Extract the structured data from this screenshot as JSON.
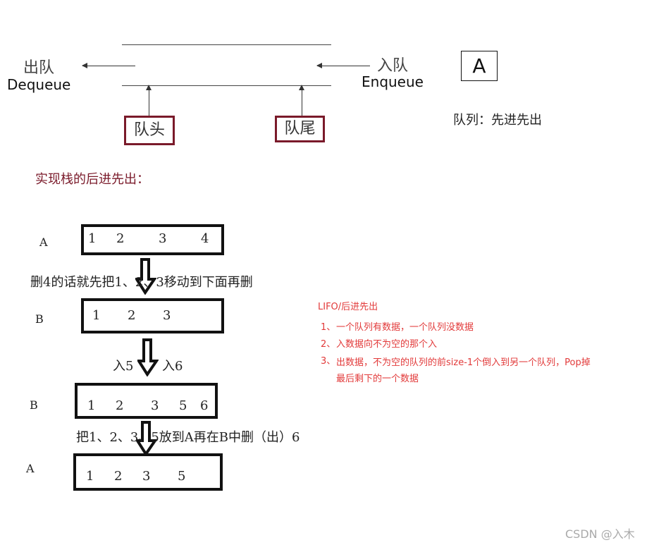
{
  "queue": {
    "dequeue_cn": "出队",
    "dequeue_en": "Dequeue",
    "enqueue_cn": "入队",
    "enqueue_en": "Enqueue",
    "head": "队头",
    "tail": "队尾",
    "box_letter": "A",
    "caption": "队列：先进先出"
  },
  "stack": {
    "title": "实现栈的后进先出：",
    "step1_label": "A",
    "step1_cells": [
      "1",
      "2",
      "3",
      "4"
    ],
    "note1": "删4的话就先把1、2、3移动到下面再删",
    "step2_label": "B",
    "step2_cells": [
      "1",
      "2",
      "3"
    ],
    "note2_left": "入5",
    "note2_right": "入6",
    "step3_label": "B",
    "step3_cells": [
      "1",
      "2",
      "3",
      "5",
      "6"
    ],
    "note3": "把1、2、3、5放到A再在B中删（出）6",
    "step4_label": "A",
    "step4_cells": [
      "1",
      "2",
      "3",
      "5"
    ]
  },
  "lifo": {
    "title": "LIFO/后进先出",
    "item1_num": "1、",
    "item1": "一个队列有数据，一个队列没数据",
    "item2_num": "2、",
    "item2": "入数据向不为空的那个入",
    "item3_num": "3、",
    "item3_line1": "出数据，不为空的队列的前size-1个倒入到另一个队列，Pop掉",
    "item3_line2": "最后剩下的一个数据"
  },
  "watermark": "CSDN @入木"
}
